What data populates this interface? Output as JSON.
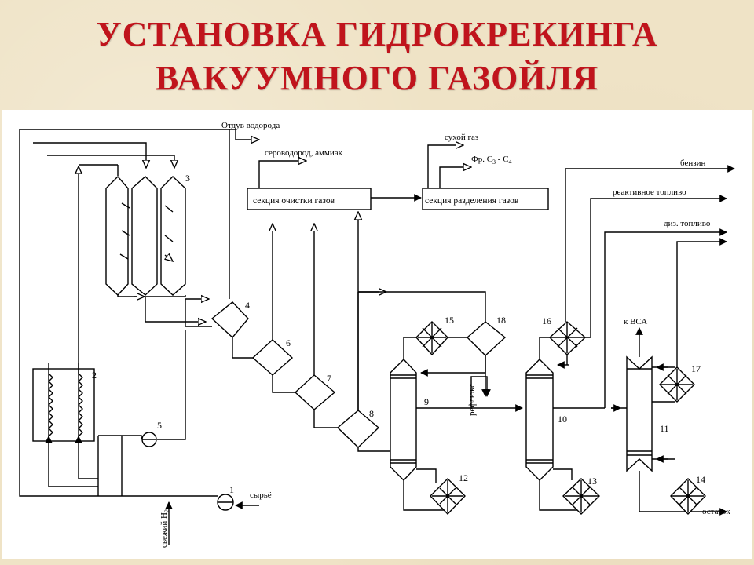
{
  "title": {
    "line1": "УСТАНОВКА ГИДРОКРЕКИНГА",
    "line2": "ВАКУУМНОГО  ГАЗОЙЛЯ"
  },
  "colors": {
    "title": "#c0141c",
    "background": "#efe3c6",
    "diagram_bg": "#ffffff"
  },
  "streams": {
    "hydrogen_purge": "Отдув водорода",
    "h2s_ammonia": "сероводород, аммиак",
    "dry_gas": "сухой газ",
    "c3c4_prefix": "Фр. C",
    "c3c4_sub1": "3",
    "c3c4_mid": " - C",
    "c3c4_sub2": "4",
    "gasoline": "бензин",
    "jet_fuel": "реактивное топливо",
    "diesel": "диз. топливо",
    "to_vsa": "к ВСА",
    "reflux": "рефлюкс",
    "feed": "сырьё",
    "fresh_h2": "свежий H",
    "fresh_h2_sub": "2",
    "residue": "остаток"
  },
  "sections": {
    "gas_cleaning": "секция очистки газов",
    "gas_separation": "секция разделения газов"
  },
  "equipment_numbers": [
    "1",
    "2",
    "3",
    "4",
    "5",
    "6",
    "7",
    "8",
    "9",
    "10",
    "11",
    "12",
    "13",
    "14",
    "15",
    "16",
    "17",
    "18"
  ]
}
